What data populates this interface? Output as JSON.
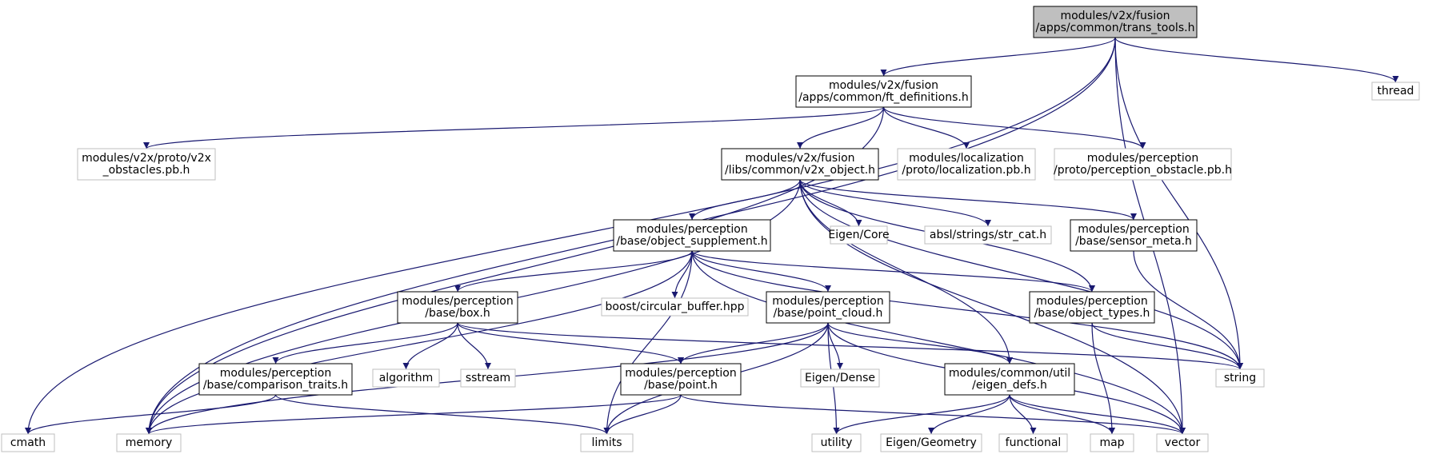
{
  "colors": {
    "edge": "#191970",
    "root_fill": "#bfbfbf",
    "node_border": "#000000",
    "external_border": "#bfbfbf"
  },
  "nodes": [
    {
      "id": "trans_tools",
      "lines": [
        "modules/v2x/fusion",
        "/apps/common/trans_tools.h"
      ],
      "kind": "root"
    },
    {
      "id": "ft_definitions",
      "lines": [
        "modules/v2x/fusion",
        "/apps/common/ft_definitions.h"
      ],
      "kind": "local"
    },
    {
      "id": "thread",
      "lines": [
        "thread"
      ],
      "kind": "external"
    },
    {
      "id": "v2x_obstacles_pb",
      "lines": [
        "modules/v2x/proto/v2x",
        "_obstacles.pb.h"
      ],
      "kind": "external"
    },
    {
      "id": "v2x_object",
      "lines": [
        "modules/v2x/fusion",
        "/libs/common/v2x_object.h"
      ],
      "kind": "local"
    },
    {
      "id": "localization_pb",
      "lines": [
        "modules/localization",
        "/proto/localization.pb.h"
      ],
      "kind": "external"
    },
    {
      "id": "perception_obstacle_pb",
      "lines": [
        "modules/perception",
        "/proto/perception_obstacle.pb.h"
      ],
      "kind": "external"
    },
    {
      "id": "object_supplement",
      "lines": [
        "modules/perception",
        "/base/object_supplement.h"
      ],
      "kind": "local"
    },
    {
      "id": "eigen_core",
      "lines": [
        "Eigen/Core"
      ],
      "kind": "external"
    },
    {
      "id": "str_cat",
      "lines": [
        "absl/strings/str_cat.h"
      ],
      "kind": "external"
    },
    {
      "id": "sensor_meta",
      "lines": [
        "modules/perception",
        "/base/sensor_meta.h"
      ],
      "kind": "local"
    },
    {
      "id": "box",
      "lines": [
        "modules/perception",
        "/base/box.h"
      ],
      "kind": "local"
    },
    {
      "id": "circular_buffer",
      "lines": [
        "boost/circular_buffer.hpp"
      ],
      "kind": "external"
    },
    {
      "id": "point_cloud",
      "lines": [
        "modules/perception",
        "/base/point_cloud.h"
      ],
      "kind": "local"
    },
    {
      "id": "object_types",
      "lines": [
        "modules/perception",
        "/base/object_types.h"
      ],
      "kind": "local"
    },
    {
      "id": "comparison_traits",
      "lines": [
        "modules/perception",
        "/base/comparison_traits.h"
      ],
      "kind": "local"
    },
    {
      "id": "algorithm",
      "lines": [
        "algorithm"
      ],
      "kind": "external"
    },
    {
      "id": "sstream",
      "lines": [
        "sstream"
      ],
      "kind": "external"
    },
    {
      "id": "point",
      "lines": [
        "modules/perception",
        "/base/point.h"
      ],
      "kind": "local"
    },
    {
      "id": "eigen_dense",
      "lines": [
        "Eigen/Dense"
      ],
      "kind": "external"
    },
    {
      "id": "eigen_defs",
      "lines": [
        "modules/common/util",
        "/eigen_defs.h"
      ],
      "kind": "local"
    },
    {
      "id": "string",
      "lines": [
        "string"
      ],
      "kind": "external"
    },
    {
      "id": "cmath",
      "lines": [
        "cmath"
      ],
      "kind": "external"
    },
    {
      "id": "memory",
      "lines": [
        "memory"
      ],
      "kind": "external"
    },
    {
      "id": "limits",
      "lines": [
        "limits"
      ],
      "kind": "external"
    },
    {
      "id": "utility",
      "lines": [
        "utility"
      ],
      "kind": "external"
    },
    {
      "id": "eigen_geometry",
      "lines": [
        "Eigen/Geometry"
      ],
      "kind": "external"
    },
    {
      "id": "functional",
      "lines": [
        "functional"
      ],
      "kind": "external"
    },
    {
      "id": "map",
      "lines": [
        "map"
      ],
      "kind": "external"
    },
    {
      "id": "vector",
      "lines": [
        "vector"
      ],
      "kind": "external"
    }
  ],
  "edges": [
    [
      "trans_tools",
      "ft_definitions"
    ],
    [
      "trans_tools",
      "thread"
    ],
    [
      "trans_tools",
      "string"
    ],
    [
      "trans_tools",
      "vector"
    ],
    [
      "trans_tools",
      "cmath"
    ],
    [
      "trans_tools",
      "memory"
    ],
    [
      "ft_definitions",
      "v2x_obstacles_pb"
    ],
    [
      "ft_definitions",
      "v2x_object"
    ],
    [
      "ft_definitions",
      "localization_pb"
    ],
    [
      "ft_definitions",
      "perception_obstacle_pb"
    ],
    [
      "ft_definitions",
      "memory"
    ],
    [
      "v2x_object",
      "object_supplement"
    ],
    [
      "v2x_object",
      "eigen_core"
    ],
    [
      "v2x_object",
      "str_cat"
    ],
    [
      "v2x_object",
      "sensor_meta"
    ],
    [
      "v2x_object",
      "object_types"
    ],
    [
      "v2x_object",
      "eigen_defs"
    ],
    [
      "v2x_object",
      "string"
    ],
    [
      "v2x_object",
      "vector"
    ],
    [
      "v2x_object",
      "memory"
    ],
    [
      "object_supplement",
      "box"
    ],
    [
      "object_supplement",
      "circular_buffer"
    ],
    [
      "object_supplement",
      "point_cloud"
    ],
    [
      "object_supplement",
      "object_types"
    ],
    [
      "object_supplement",
      "string"
    ],
    [
      "object_supplement",
      "vector"
    ],
    [
      "object_supplement",
      "memory"
    ],
    [
      "object_supplement",
      "limits"
    ],
    [
      "sensor_meta",
      "string"
    ],
    [
      "box",
      "comparison_traits"
    ],
    [
      "box",
      "algorithm"
    ],
    [
      "box",
      "sstream"
    ],
    [
      "box",
      "point"
    ],
    [
      "box",
      "string"
    ],
    [
      "point_cloud",
      "point"
    ],
    [
      "point_cloud",
      "eigen_dense"
    ],
    [
      "point_cloud",
      "eigen_defs"
    ],
    [
      "point_cloud",
      "memory"
    ],
    [
      "point_cloud",
      "limits"
    ],
    [
      "point_cloud",
      "utility"
    ],
    [
      "point_cloud",
      "vector"
    ],
    [
      "object_types",
      "string"
    ],
    [
      "object_types",
      "map"
    ],
    [
      "comparison_traits",
      "cmath"
    ],
    [
      "comparison_traits",
      "limits"
    ],
    [
      "point",
      "limits"
    ],
    [
      "point",
      "memory"
    ],
    [
      "point",
      "vector"
    ],
    [
      "eigen_defs",
      "utility"
    ],
    [
      "eigen_defs",
      "eigen_geometry"
    ],
    [
      "eigen_defs",
      "functional"
    ],
    [
      "eigen_defs",
      "map"
    ],
    [
      "eigen_defs",
      "vector"
    ]
  ]
}
